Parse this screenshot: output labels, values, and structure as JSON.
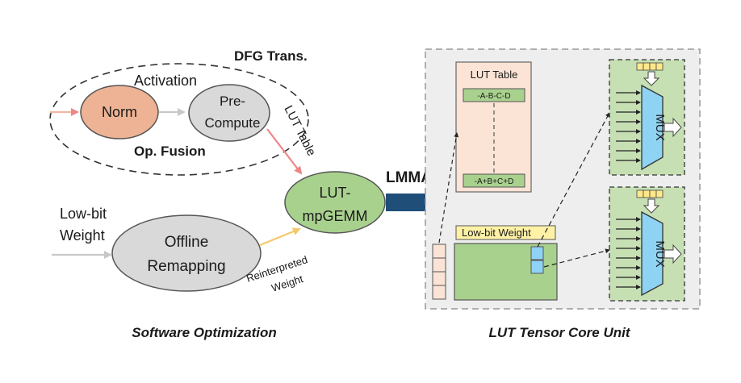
{
  "software": {
    "dfg_label": "DFG Trans.",
    "activation_label": "Activation",
    "norm_label": "Norm",
    "precompute_line1": "Pre-",
    "precompute_line2": "Compute",
    "op_fusion_label": "Op. Fusion",
    "lut_table_edge_label": "LUT Table",
    "lut_mpgemm_line1": "LUT-",
    "lut_mpgemm_line2": "mpGEMM",
    "lowbit_line1": "Low-bit",
    "lowbit_line2": "Weight",
    "offline_line1": "Offline",
    "offline_line2": "Remapping",
    "reinterpreted_line1": "Reinterpreted",
    "reinterpreted_line2": "Weight",
    "caption": "Software Optimization"
  },
  "bridge": {
    "lmma_label": "LMMA"
  },
  "hardware": {
    "lut_table_title": "LUT Table",
    "lut_entry_top": "-A-B-C-D",
    "lut_entry_bottom": "-A+B+C+D",
    "lowbit_weight_label": "Low-bit Weight",
    "mux_top_label": "MUX",
    "mux_bottom_label": "MUX",
    "caption": "LUT Tensor Core Unit"
  },
  "colors": {
    "norm_fill": "#eeb395",
    "precompute_fill": "#d9d9d9",
    "lut_node_fill": "#a9d18e",
    "offline_fill": "#d9d9d9",
    "lmma_arrow": "#1f4e79",
    "lut_table_fill": "#fbe4d5",
    "green_panel": "#c6e0b4",
    "mux_fill": "#8fd3f4",
    "lowbit_tag": "#fff2a6",
    "unit_bg": "#eeeeee",
    "red_arrow": "#ee8686",
    "yellow_arrow": "#f4c96a"
  }
}
